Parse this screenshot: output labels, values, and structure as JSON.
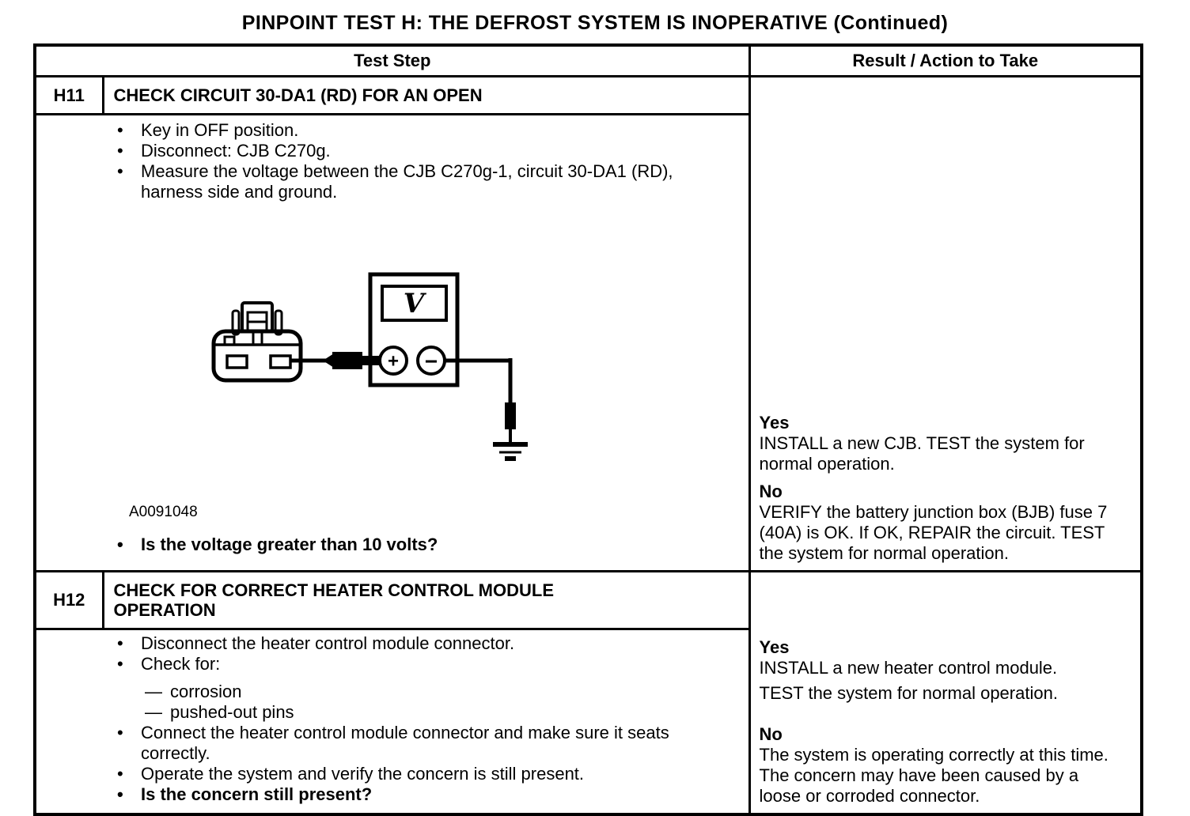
{
  "title": "PINPOINT TEST H: THE DEFROST SYSTEM IS INOPERATIVE (Continued)",
  "glyphs": {
    "bullet": "•",
    "dash": "—"
  },
  "table": {
    "header": {
      "test_step": "Test Step",
      "result": "Result / Action to Take"
    }
  },
  "h11": {
    "id": "H11",
    "title": "CHECK CIRCUIT 30-DA1 (RD) FOR AN OPEN",
    "steps": [
      "Key in OFF position.",
      "Disconnect: CJB C270g.",
      "Measure the voltage between the CJB C270g-1, circuit 30-DA1 (RD), harness side and ground."
    ],
    "figure_label": "A0091048",
    "question": "Is the voltage greater than 10 volts?",
    "result": {
      "yes_label": "Yes",
      "yes_text": "INSTALL a new CJB. TEST the system for normal operation.",
      "no_label": "No",
      "no_text": "VERIFY the battery junction box (BJB) fuse 7 (40A) is OK. If OK, REPAIR the circuit. TEST the system for normal operation."
    }
  },
  "h12": {
    "id": "H12",
    "title": "CHECK FOR CORRECT HEATER CONTROL MODULE OPERATION",
    "steps_before": [
      "Disconnect the heater control module connector.",
      "Check for:"
    ],
    "sub_items": [
      "corrosion",
      "pushed-out pins"
    ],
    "steps_after": [
      "Connect the heater control module connector and make sure it seats correctly.",
      "Operate the system and verify the concern is still present."
    ],
    "question": "Is the concern still present?",
    "result": {
      "yes_label": "Yes",
      "yes_text_1": "INSTALL a new heater control module.",
      "yes_text_2": "TEST the system for normal operation.",
      "no_label": "No",
      "no_text": "The system is operating correctly at this time. The concern may have been caused by a loose or corroded connector."
    }
  },
  "figure": {
    "meter_label": "V",
    "plus": "+",
    "minus": "−"
  },
  "colors": {
    "ink": "#000000",
    "paper": "#ffffff"
  }
}
